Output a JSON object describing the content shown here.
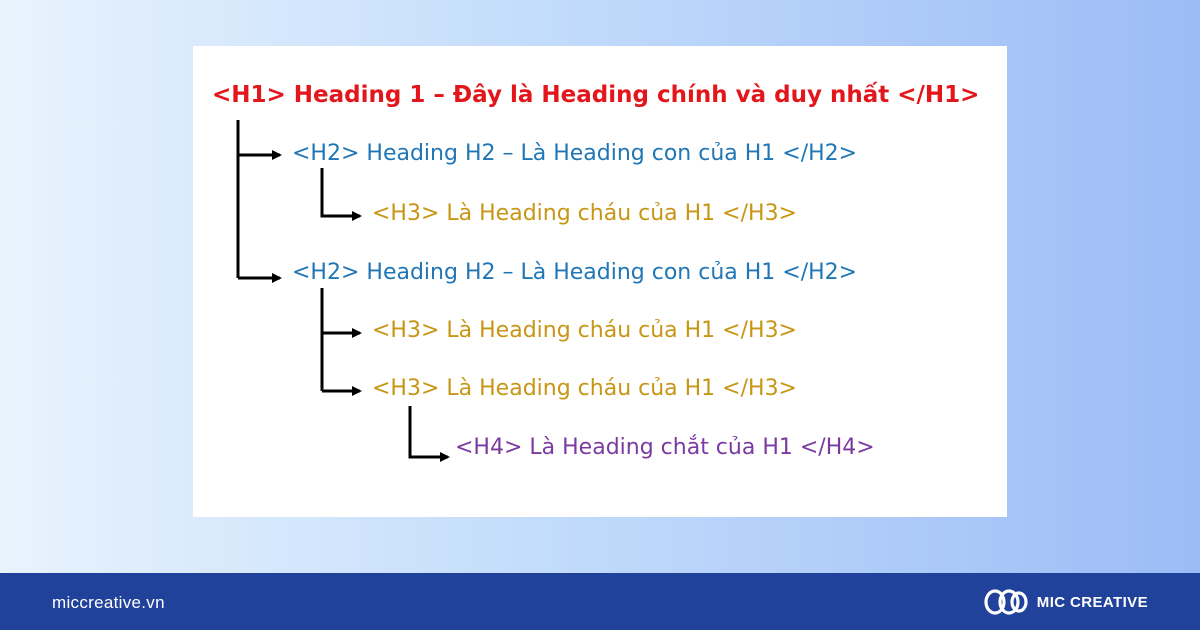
{
  "headings": {
    "h1": "<H1> Heading 1 – Đây là Heading chính và duy nhất </H1>",
    "h2_a": "<H2> Heading H2 – Là Heading con của H1 </H2>",
    "h3_a": "<H3> Là Heading cháu của H1 </H3>",
    "h2_b": "<H2> Heading H2 – Là Heading con của H1 </H2>",
    "h3_b": "<H3> Là Heading cháu của H1 </H3>",
    "h3_c": "<H3> Là Heading cháu của H1 </H3>",
    "h4": "<H4> Là Heading chắt của H1 </H4>"
  },
  "colors": {
    "h1": "#e3161b",
    "h2": "#2177b6",
    "h3": "#c79615",
    "h4": "#7b3aa0",
    "footer": "#20429a"
  },
  "footer": {
    "website": "miccreative.vn",
    "brand": "MIC CREATIVE",
    "logo_icon": "mic-creative-logo-icon"
  }
}
